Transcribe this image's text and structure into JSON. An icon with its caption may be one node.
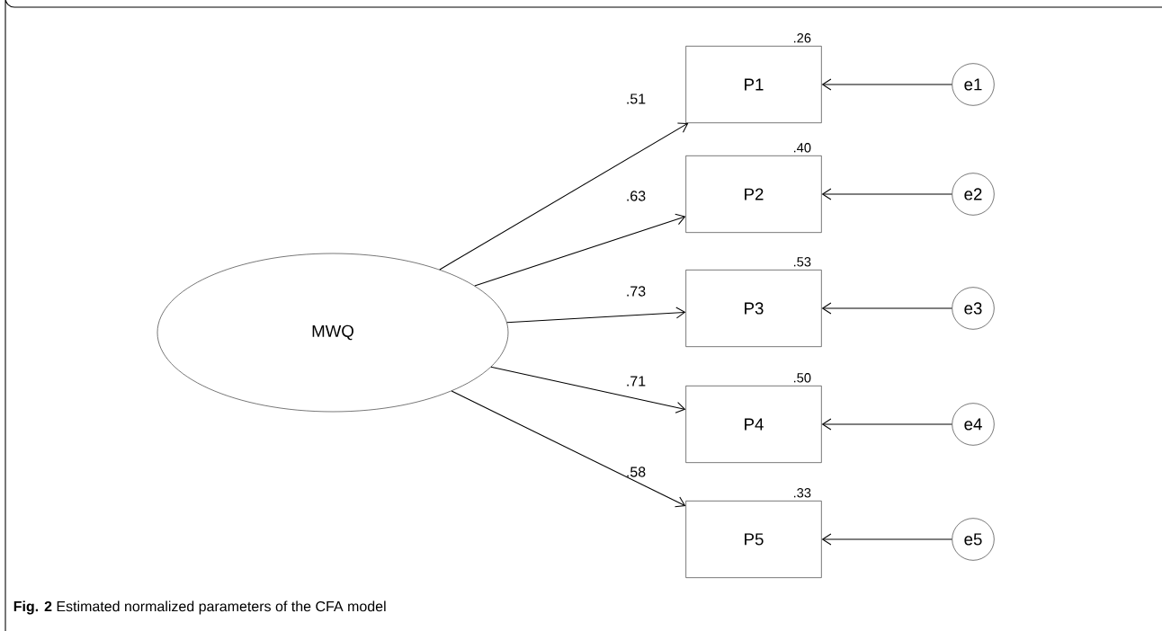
{
  "diagram": {
    "caption": "**Fig. 2** Estimated normalized parameters of the CFA model",
    "nodes": [
      {
        "text": [
          "MWQ"
        ]
      },
      {
        "text": [
          "P1"
        ],
        "beside": [
          ".26"
        ]
      },
      {
        "text": [
          "P2"
        ],
        "beside": [
          ".40"
        ]
      },
      {
        "text": [
          "P3"
        ],
        "beside": [
          ".53"
        ]
      },
      {
        "text": [
          "P4"
        ],
        "beside": [
          ".50"
        ]
      },
      {
        "text": [
          "P5"
        ],
        "beside": [
          ".33"
        ]
      },
      {
        "text": [
          "e1"
        ]
      },
      {
        "text": [
          "e2"
        ]
      },
      {
        "text": [
          "e3"
        ]
      },
      {
        "text": [
          "e4"
        ]
      },
      {
        "text": [
          "e5"
        ]
      }
    ],
    "edges": [
      {
        "from": 0,
        "to": 1,
        "arrow": "to",
        "label": ".51"
      },
      {
        "from": 0,
        "to": 2,
        "arrow": "to",
        "label": ".63"
      },
      {
        "from": 0,
        "to": 3,
        "arrow": "to",
        "label": ".73"
      },
      {
        "from": 0,
        "to": 4,
        "arrow": "to",
        "label": ".71"
      },
      {
        "from": 0,
        "to": 5,
        "arrow": "to",
        "label": ".58"
      },
      {
        "from": 6,
        "to": 1,
        "arrow": "to"
      },
      {
        "from": 7,
        "to": 2,
        "arrow": "to"
      },
      {
        "from": 8,
        "to": 3,
        "arrow": "to"
      },
      {
        "from": 9,
        "to": 4,
        "arrow": "to"
      },
      {
        "from": 10,
        "to": 5,
        "arrow": "to"
      }
    ]
  }
}
